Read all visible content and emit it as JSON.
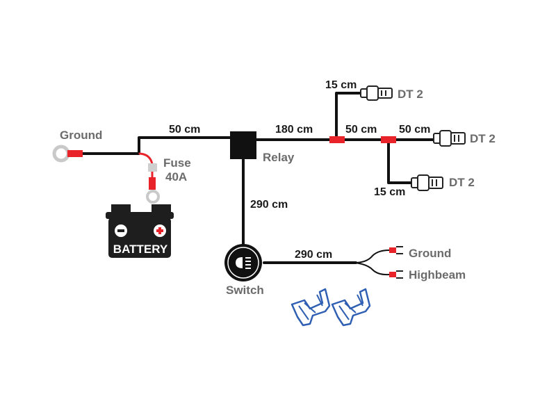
{
  "colors": {
    "wire": "#111111",
    "accent_red": "#e8232a",
    "label_gray": "#6b6b6b",
    "label_dark": "#1a1a1a",
    "tap_blue": "#2f5fb3",
    "fuse_gray": "#cfcfcf"
  },
  "labels": {
    "ground_top": "Ground",
    "fuse": "Fuse",
    "fuse_rating": "40A",
    "battery": "BATTERY",
    "relay": "Relay",
    "switch": "Switch",
    "ground_out": "Ground",
    "highbeam": "Highbeam",
    "dt_top": "DT 2",
    "dt_mid": "DT 2",
    "dt_bottom": "DT 2"
  },
  "lengths": {
    "battery_to_relay": "50 cm",
    "relay_to_split": "180 cm",
    "split_to_split": "50 cm",
    "split_to_dt_mid": "50 cm",
    "branch_top": "15 cm",
    "branch_bottom": "15 cm",
    "relay_to_switch": "290 cm",
    "switch_to_output": "290 cm"
  },
  "icons": {
    "battery": "battery-icon",
    "switch": "light-switch-icon",
    "relay": "relay-box",
    "connector": "dt-connector-icon",
    "ring": "ring-terminal-icon",
    "tap": "wire-tap-connector-icon"
  }
}
